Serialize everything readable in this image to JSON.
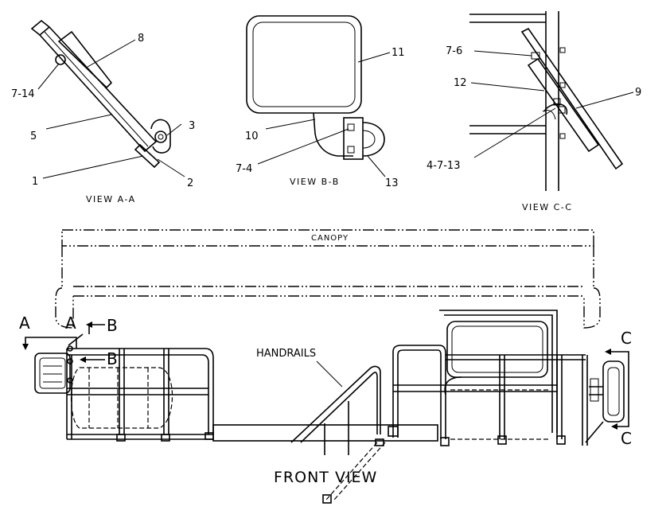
{
  "views": {
    "aa": "VIEW A-A",
    "bb": "VIEW B-B",
    "cc": "VIEW C-C",
    "front": "FRONT VIEW"
  },
  "callouts": {
    "n8": "8",
    "n7_14": "7-14",
    "n5": "5",
    "n3": "3",
    "n1": "1",
    "n2": "2",
    "n11": "11",
    "n10": "10",
    "n7_4": "7-4",
    "n13": "13",
    "n7_6": "7-6",
    "n12": "12",
    "n9": "9",
    "n4_7_13": "4-7-13"
  },
  "front_labels": {
    "canopy": "CANOPY",
    "handrails": "HANDRAILS"
  },
  "section_markers": {
    "a_left": "A",
    "a_right": "A",
    "b_top": "B",
    "b_bottom": "B",
    "c_top": "C",
    "c_bottom": "C"
  }
}
